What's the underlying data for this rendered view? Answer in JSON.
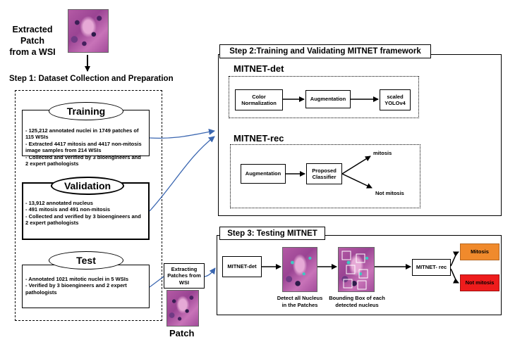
{
  "top": {
    "title_line1": "Extracted Patch",
    "title_line2": "from a WSI"
  },
  "step1": {
    "title": "Step 1: Dataset Collection and Preparation",
    "training": {
      "label": "Training",
      "lines": [
        "- 125,212 annotated nuclei in 1749 patches of",
        "115 WSIs",
        "- Extracted 4417 mitosis and 4417 non-mitosis",
        "image samples from 214 WSIs",
        "- Collected and verified by 3 bioengineers and",
        "2 expert pathologists"
      ]
    },
    "validation": {
      "label": "Validation",
      "lines": [
        "- 13,912 annotated nucleus",
        "- 491 mitosis and 491 non-mitosis",
        "- Collected and verified by 3 bioengineers and",
        "2 expert pathologists"
      ]
    },
    "test": {
      "label": "Test",
      "lines": [
        "- Annotated 1021 mitotic nuclei in 5 WSIs",
        "- Verified by 3 bioengineers and 2 expert",
        "pathologists"
      ]
    }
  },
  "extract": {
    "line1": "Extracting",
    "line2": "Patches from",
    "line3": "WSI",
    "patch_label": "Patch"
  },
  "step2": {
    "title": "Step 2:Training and Validating MITNET framework",
    "det_title": "MITNET-det",
    "det_boxes": {
      "color_l1": "Color",
      "color_l2": "Normalization",
      "augmentation": "Augmentation",
      "yolo_l1": "scaled",
      "yolo_l2": "YOLOv4"
    },
    "rec_title": "MITNET-rec",
    "rec_boxes": {
      "augmentation": "Augmentation",
      "classifier_l1": "Proposed",
      "classifier_l2": "Classifier",
      "out_mitosis": "mitosis",
      "out_not": "Not mitosis"
    }
  },
  "step3": {
    "title": "Step 3: Testing MITNET",
    "det": "MITNET-det",
    "detect_l1": "Detect all Nucleus",
    "detect_l2": "in the Patches",
    "bbox_l1": "Bounding Box of each",
    "bbox_l2": "detected nucleus",
    "rec": "MITNET- rec",
    "mitosis": "Mitosis",
    "not_mitosis": "Not mitosis",
    "mitosis_color": "#f08a2c",
    "not_mitosis_color": "#ee1c1c"
  }
}
